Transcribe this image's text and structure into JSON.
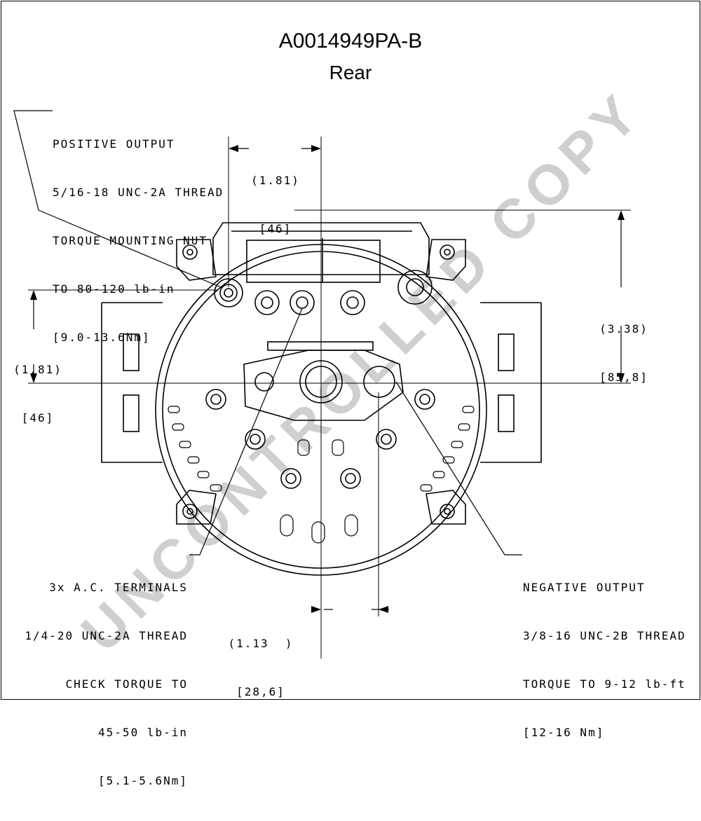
{
  "drawing": {
    "part_number": "A0014949PA-B",
    "view": "Rear"
  },
  "callouts": {
    "positive_output": [
      "POSITIVE OUTPUT",
      "5/16-18 UNC-2A THREAD",
      "TORQUE MOUNTING NUT",
      "TO 80-120 lb-in",
      "[9.0-13.6Nm]"
    ],
    "ac_terminals": [
      "3x A.C. TERMINALS",
      "1/4-20 UNC-2A THREAD",
      "CHECK TORQUE TO",
      "45-50 lb-in",
      "[5.1-5.6Nm]"
    ],
    "negative_output": [
      "NEGATIVE OUTPUT",
      "3/8-16 UNC-2B THREAD",
      "TORQUE TO 9-12 lb-ft",
      "[12-16 Nm]"
    ]
  },
  "dimensions": {
    "top_h": {
      "inch": "(1.81)",
      "mm": "[46]"
    },
    "left_v": {
      "inch": "(1.81)",
      "mm": "[46]"
    },
    "right_v": {
      "inch": "(3.38)",
      "mm": "[85,8]"
    },
    "bottom_h": {
      "inch": "(1.13  )",
      "mm": "[28,6]"
    }
  },
  "watermark": "UNCONTROLLED COPY",
  "colors": {
    "line": "#000000",
    "watermark": "#cfcfcf"
  }
}
